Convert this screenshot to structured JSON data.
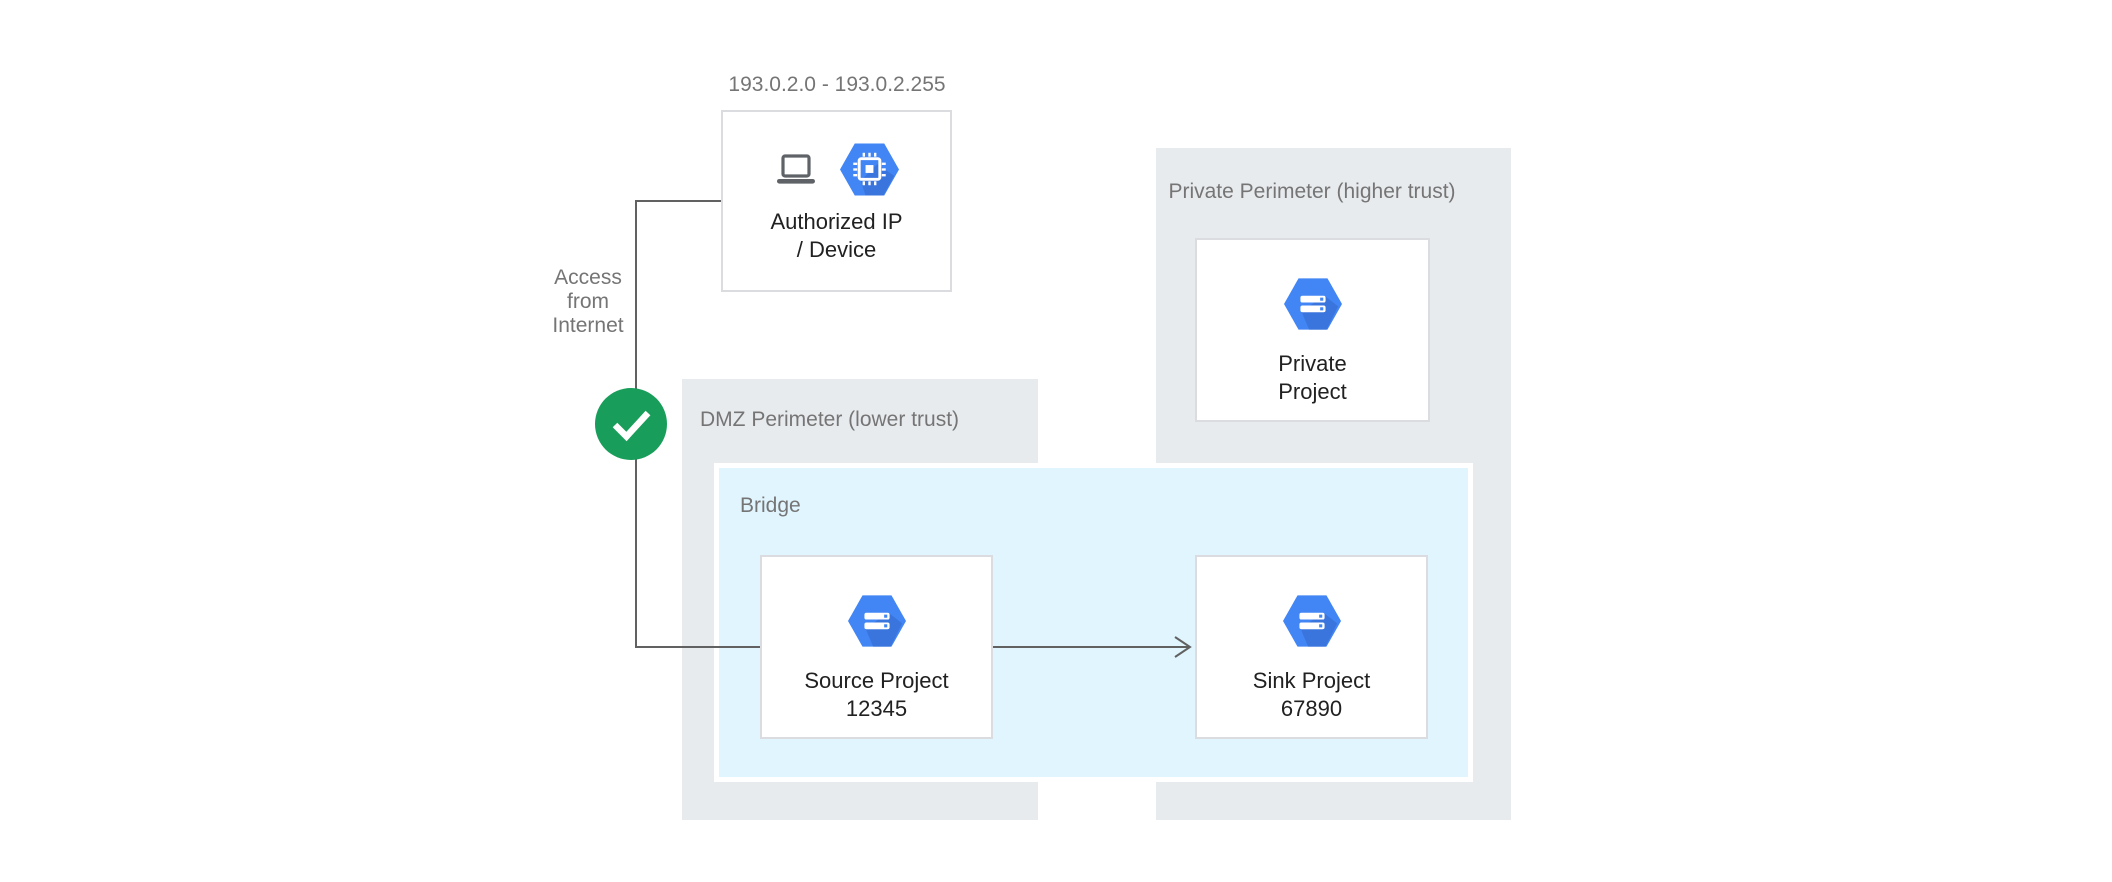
{
  "colors": {
    "hexagon_blue": "#4285f4",
    "hexagon_shadow": "#3a75dd",
    "perimeter_gray": "#e8ebee",
    "bridge_blue": "#e1f5fe",
    "check_green": "#189e5a",
    "connector_gray": "#616161",
    "device_gray": "#5f6368",
    "label_gray": "#757575",
    "text_dark": "#212121",
    "node_border": "#dadce0"
  },
  "diagram": {
    "ip_range_label": "193.0.2.0 - 193.0.2.255",
    "access_label": "Access\nfrom\nInternet",
    "containers": {
      "dmz": {
        "label": "DMZ Perimeter (lower trust)"
      },
      "private": {
        "label": "Private Perimeter (higher trust)"
      },
      "bridge": {
        "label": "Bridge"
      }
    },
    "nodes": {
      "authorized": {
        "label": "Authorized IP\n/ Device"
      },
      "private_project": {
        "label": "Private\nProject"
      },
      "source_project": {
        "label": "Source Project\n12345"
      },
      "sink_project": {
        "label": "Sink Project\n67890"
      }
    }
  }
}
